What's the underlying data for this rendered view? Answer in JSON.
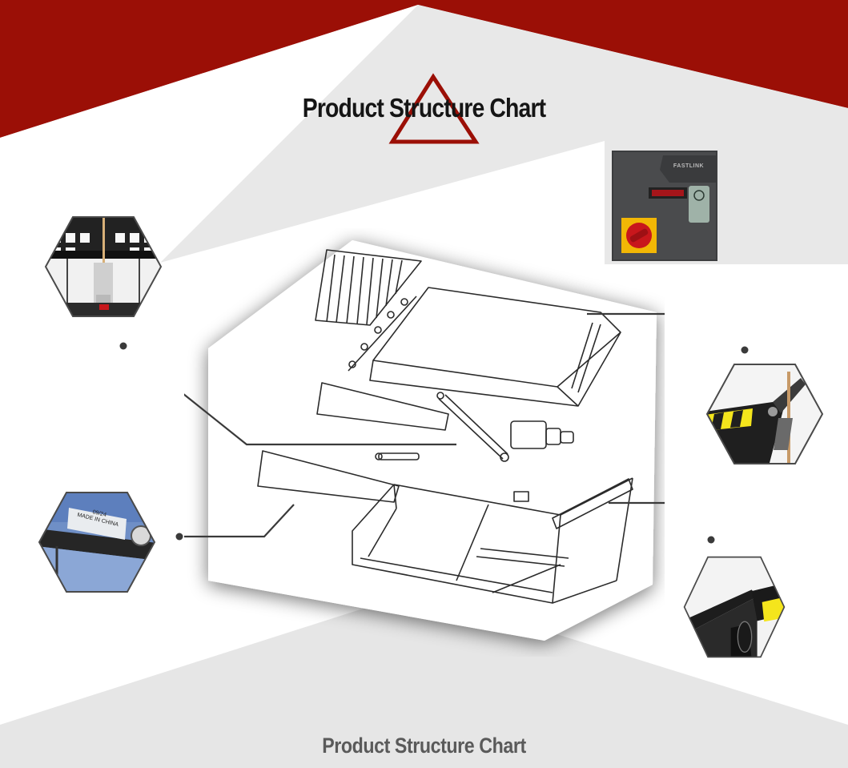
{
  "header": {
    "title": "Product Structure Chart"
  },
  "footer": {
    "title": "Product Structure Chart"
  },
  "control_box": {
    "brand_text": "FASTLINK"
  },
  "nameplate": {
    "line1": "09/24",
    "line2": "MADE IN CHINA"
  },
  "colors": {
    "brand_red": "#9b0f06",
    "background_light": "#e8e8e8",
    "safety_yellow": "#f4e51c",
    "dark_metal": "#1c1c1c",
    "indicator_red": "#c8171c",
    "switch_yellow": "#f2b705"
  },
  "icons": {
    "title_mark": "triangle-outline-icon",
    "callout_connector": "dot-line-connector"
  }
}
